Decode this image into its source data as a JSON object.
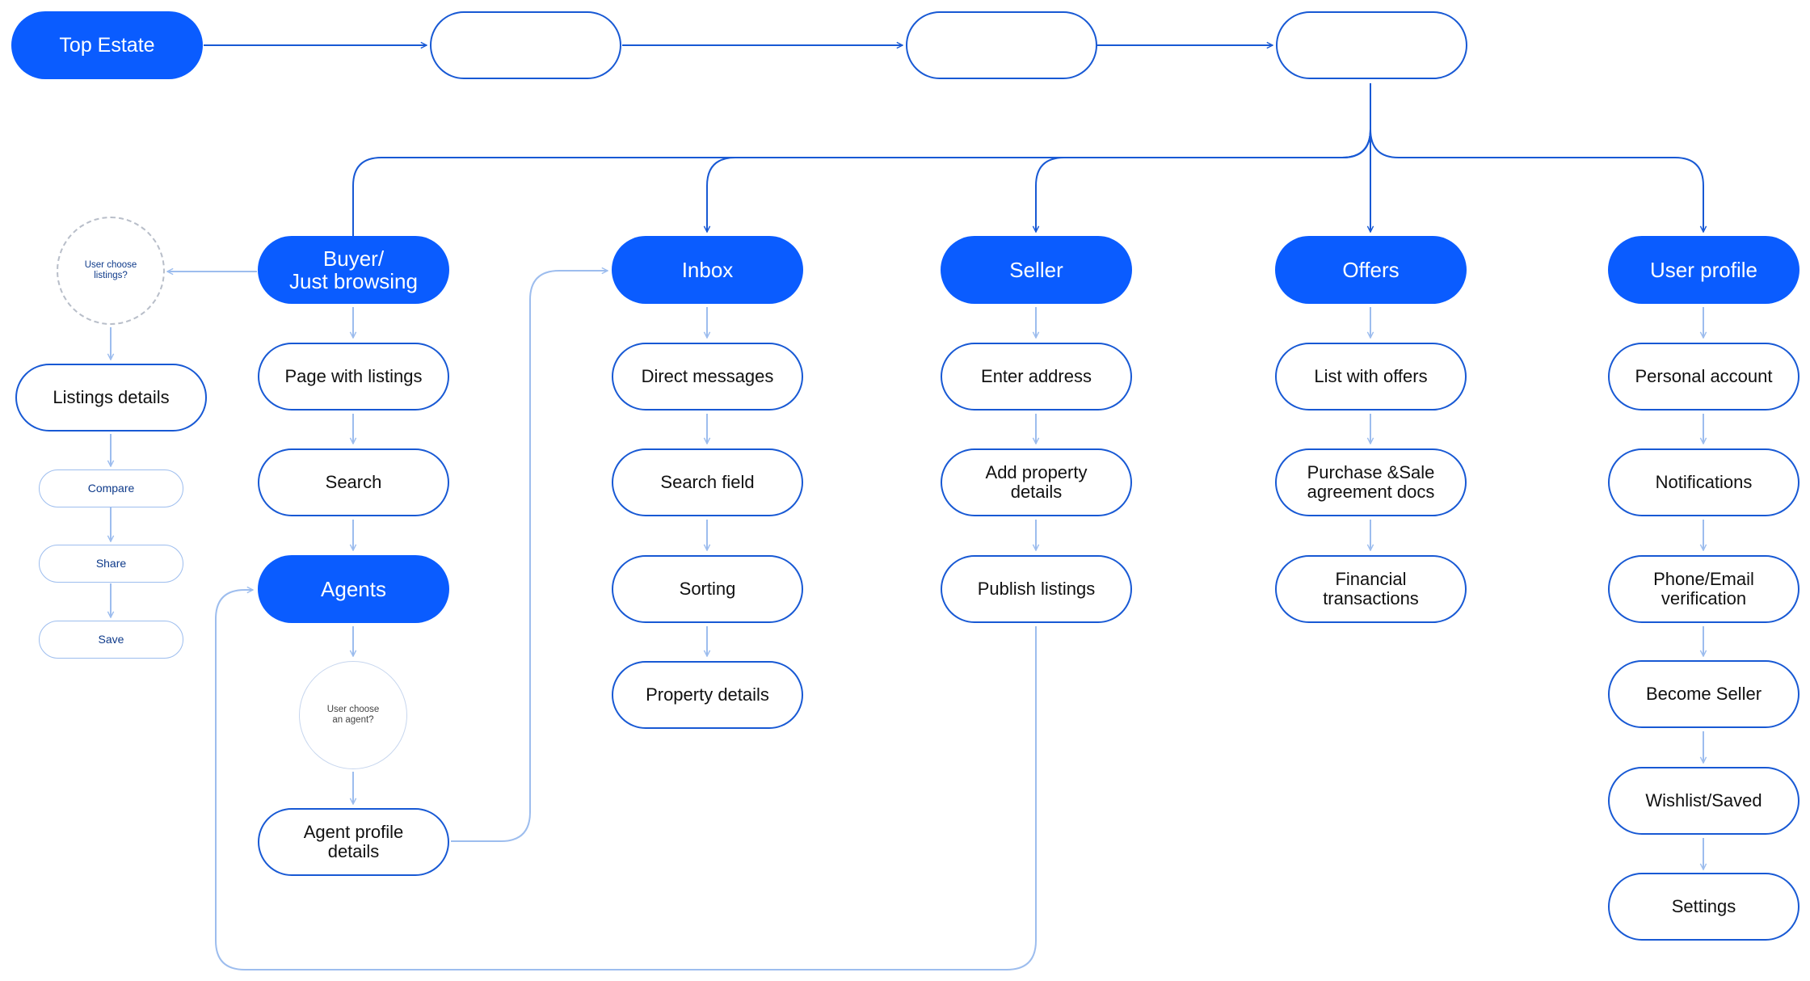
{
  "colors": {
    "primary": "#0A5CFF",
    "outline": "#1859D4",
    "connector": "#9DBDEE",
    "text": "#111111"
  },
  "top_flow": {
    "start": "Top Estate",
    "steps": [
      "",
      "",
      ""
    ]
  },
  "columns": {
    "buyer": {
      "header": "Buyer/\nJust browsing",
      "items": [
        "Page with listings",
        "Search"
      ],
      "agents": "Agents",
      "decision": "User choose\nan agent?",
      "agent_profile": "Agent profile\ndetails"
    },
    "listings_branch": {
      "decision": "User choose\nlistings?",
      "details": "Listings details",
      "actions": [
        "Compare",
        "Share",
        "Save"
      ]
    },
    "inbox": {
      "header": "Inbox",
      "items": [
        "Direct messages",
        "Search field",
        "Sorting",
        "Property details"
      ]
    },
    "seller": {
      "header": "Seller",
      "items": [
        "Enter address",
        "Add property\ndetails",
        "Publish listings"
      ]
    },
    "offers": {
      "header": "Offers",
      "items": [
        "List with offers",
        "Purchase &Sale\nagreement docs",
        "Financial\ntransactions"
      ]
    },
    "profile": {
      "header": "User profile",
      "items": [
        "Personal account",
        "Notifications",
        "Phone/Email\nverification",
        "Become Seller",
        "Wishlist/Saved",
        "Settings"
      ]
    }
  }
}
